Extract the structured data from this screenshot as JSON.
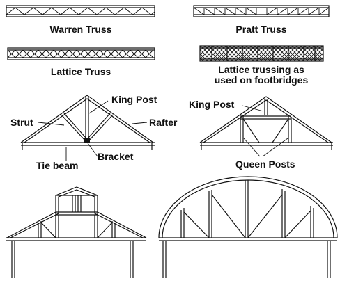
{
  "labels": {
    "warren": "Warren Truss",
    "pratt": "Pratt Truss",
    "lattice": "Lattice Truss",
    "footbridge_1": "Lattice trussing as",
    "footbridge_2": "used on footbridges",
    "king_post_left": "King Post",
    "strut": "Strut",
    "rafter": "Rafter",
    "bracket": "Bracket",
    "tie_beam": "Tie beam",
    "king_post_right": "King Post",
    "queen_posts": "Queen Posts"
  },
  "colors": {
    "ink": "#111111",
    "background": "#ffffff"
  }
}
